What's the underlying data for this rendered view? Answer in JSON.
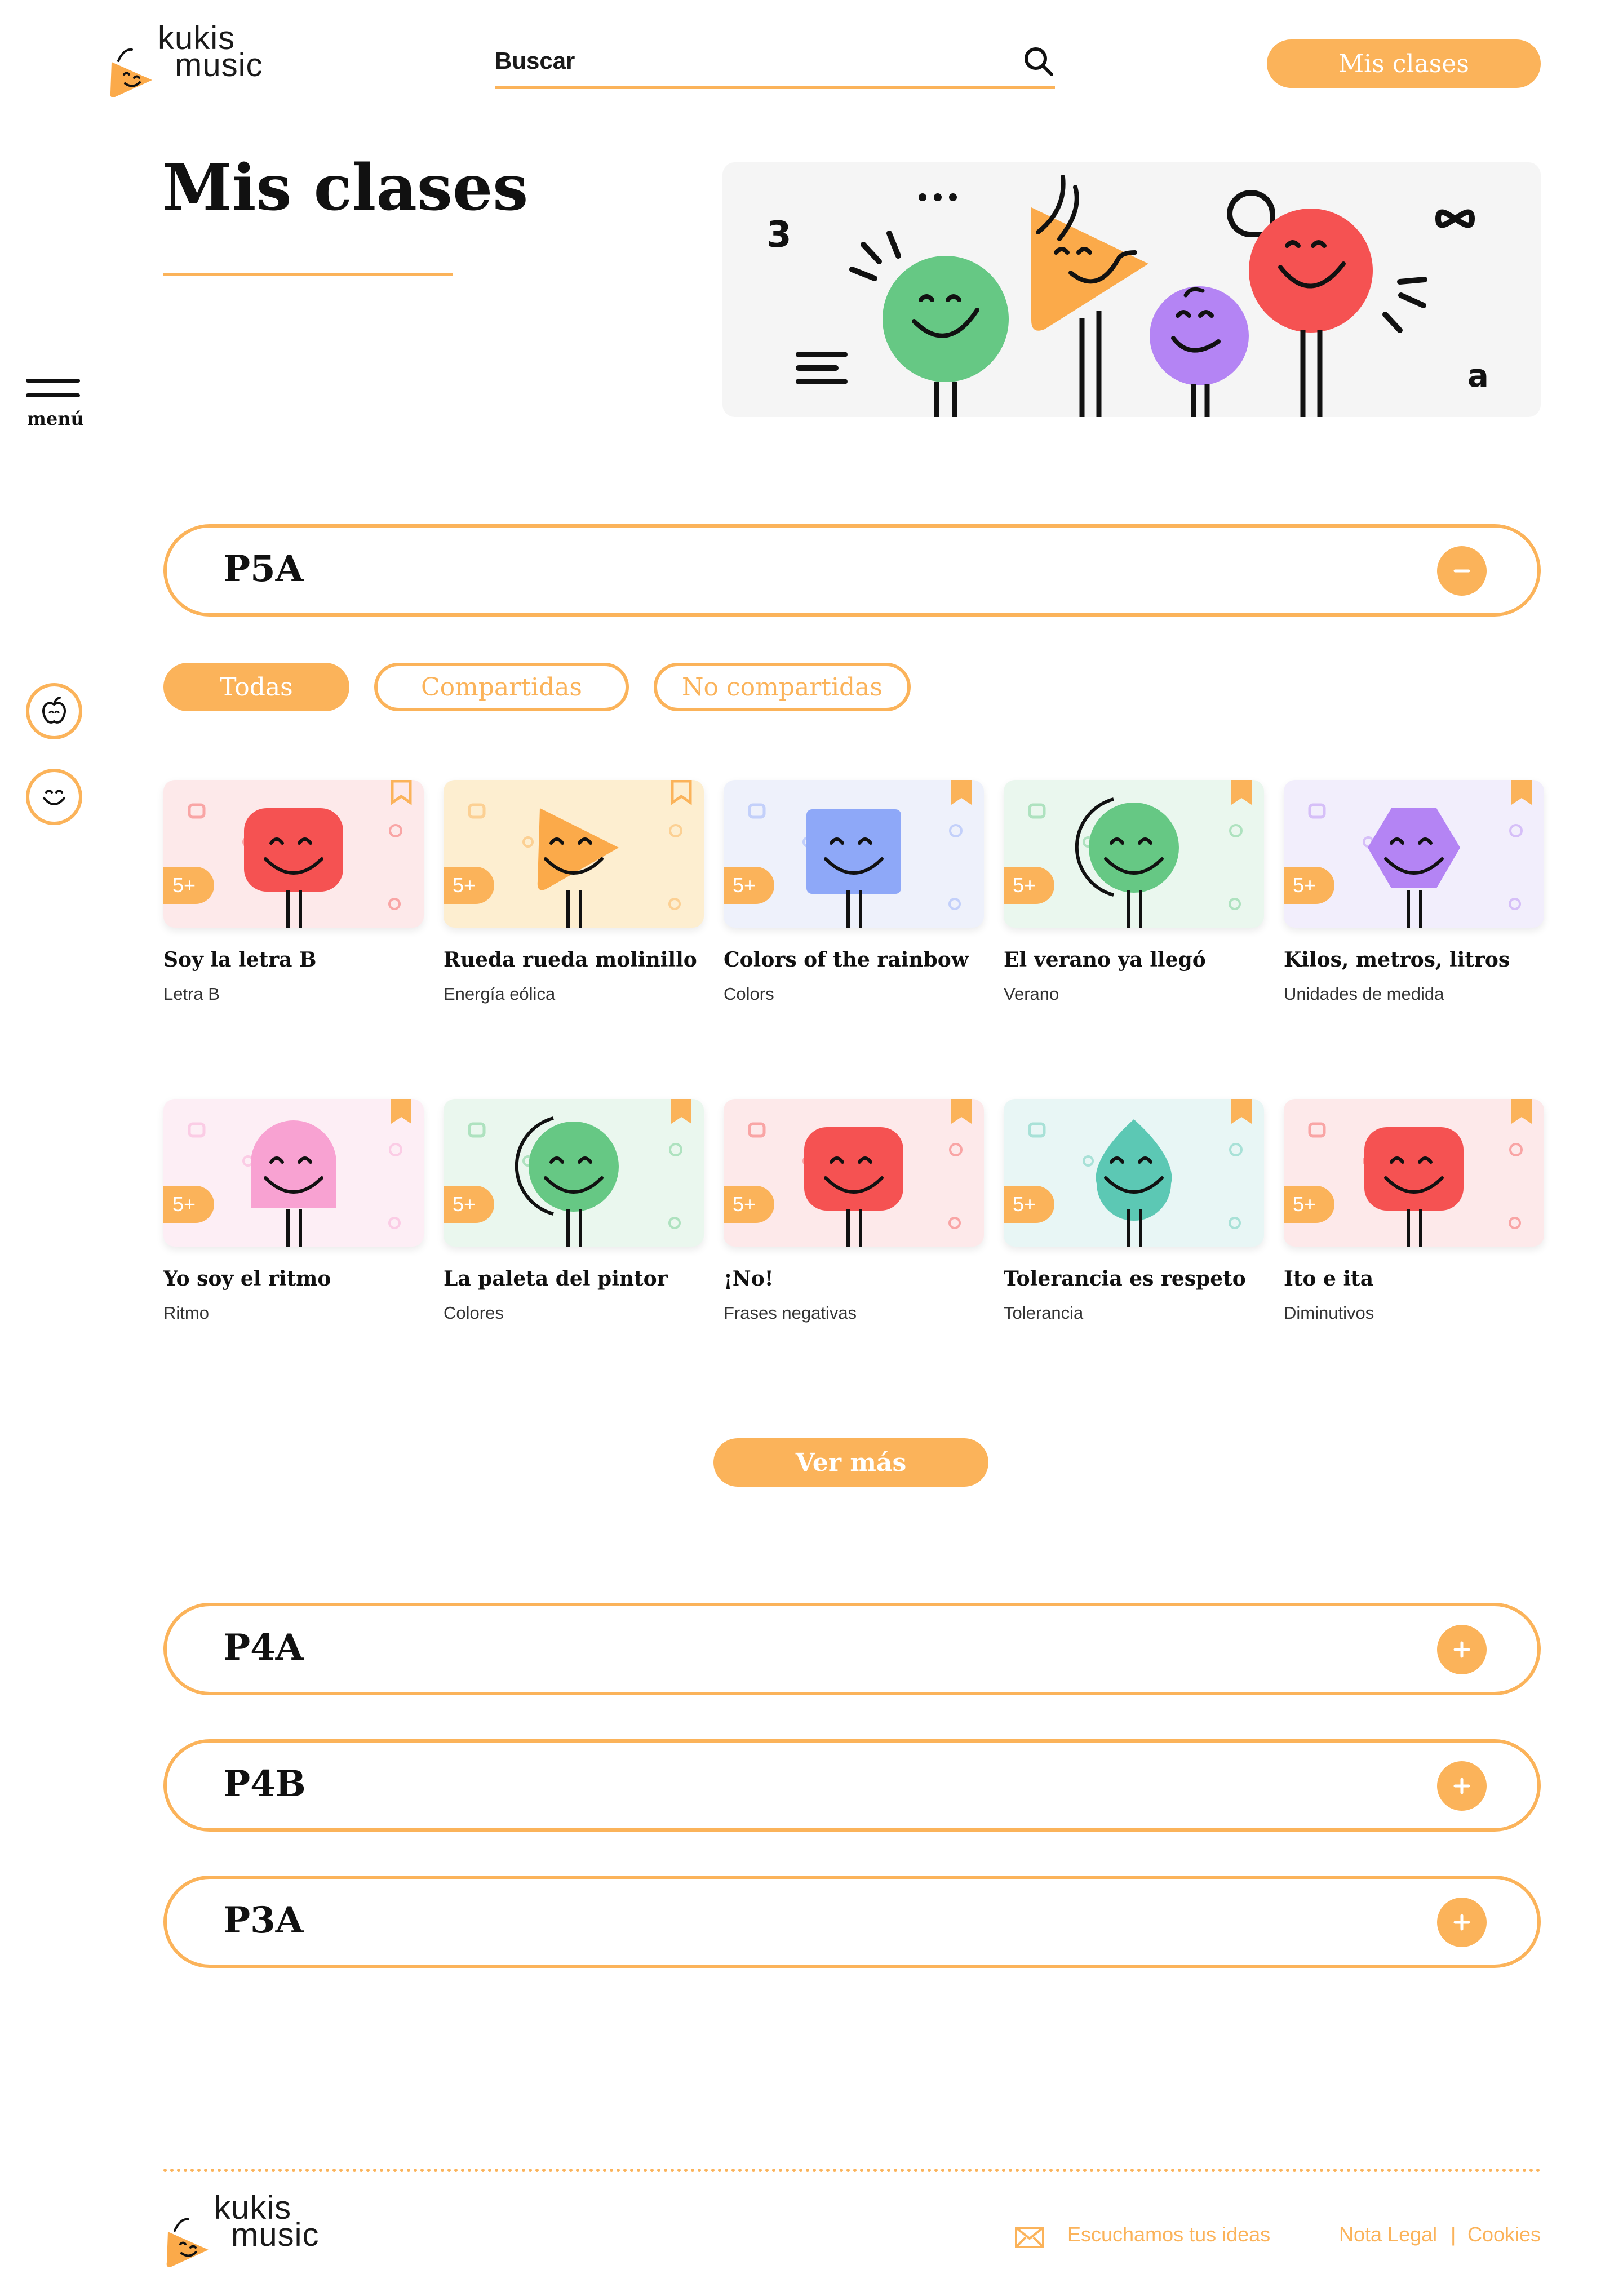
{
  "brand": {
    "line1": "kukis",
    "line2": "music"
  },
  "header": {
    "search_label": "Buscar",
    "mis_clases_button": "Mis clases"
  },
  "side": {
    "menu_label": "menú"
  },
  "page": {
    "title": "Mis clases"
  },
  "classes": [
    {
      "name": "P5A",
      "expanded": true
    },
    {
      "name": "P4A",
      "expanded": false
    },
    {
      "name": "P4B",
      "expanded": false
    },
    {
      "name": "P3A",
      "expanded": false
    }
  ],
  "filters": [
    {
      "label": "Todas",
      "active": true
    },
    {
      "label": "Compartidas",
      "active": false
    },
    {
      "label": "No compartidas",
      "active": false
    }
  ],
  "cards": [
    {
      "title": "Soy la letra B",
      "subtitle": "Letra B",
      "badge": "5+",
      "bg": "#fde9ea",
      "color": "#f55252",
      "shape": "rounded"
    },
    {
      "title": "Rueda rueda molinillo",
      "subtitle": "Energía eólica",
      "badge": "5+",
      "bg": "#fdeed0",
      "color": "#fbaa4a",
      "shape": "triangle"
    },
    {
      "title": "Colors of the rainbow",
      "subtitle": "Colors",
      "badge": "5+",
      "bg": "#eef1fb",
      "color": "#8ea8f8",
      "shape": "square"
    },
    {
      "title": "El verano ya llegó",
      "subtitle": "Verano",
      "badge": "5+",
      "bg": "#eaf7ee",
      "color": "#66c884",
      "shape": "circle"
    },
    {
      "title": "Kilos, metros, litros",
      "subtitle": "Unidades de medida",
      "badge": "5+",
      "bg": "#f2eefc",
      "color": "#b484f4",
      "shape": "hexagon"
    },
    {
      "title": "Yo soy el ritmo",
      "subtitle": "Ritmo",
      "badge": "5+",
      "bg": "#fdeef5",
      "color": "#f8a2d2",
      "shape": "dome"
    },
    {
      "title": "La paleta del pintor",
      "subtitle": "Colores",
      "badge": "5+",
      "bg": "#eaf7ee",
      "color": "#66c884",
      "shape": "circle"
    },
    {
      "title": "¡No!",
      "subtitle": "Frases negativas",
      "badge": "5+",
      "bg": "#fde9ea",
      "color": "#f55252",
      "shape": "rounded"
    },
    {
      "title": "Tolerancia es respeto",
      "subtitle": "Tolerancia",
      "badge": "5+",
      "bg": "#e8f6f5",
      "color": "#5cc8b4",
      "shape": "drop"
    },
    {
      "title": "Ito e ita",
      "subtitle": "Diminutivos",
      "badge": "5+",
      "bg": "#fde9ea",
      "color": "#f55252",
      "shape": "rounded"
    }
  ],
  "ver_mas": "Ver más",
  "footer": {
    "ideas": "Escuchamos tus ideas",
    "legal": "Nota Legal",
    "separator": "|",
    "cookies": "Cookies"
  },
  "colors": {
    "accent": "#fbb35a"
  }
}
